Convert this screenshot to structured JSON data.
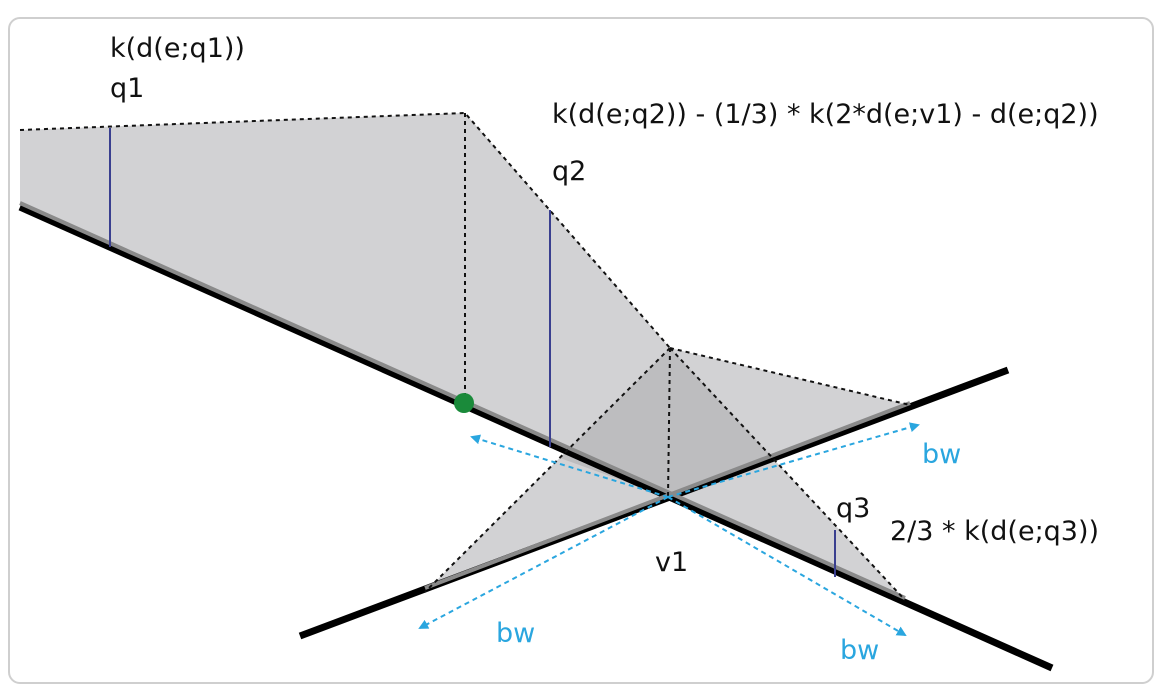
{
  "labels": {
    "kernel_q1": "k(d(e;q1))",
    "q1": "q1",
    "kernel_q2": "k(d(e;q2)) - (1/3) * k(2*d(e;v1) - d(e;q2))",
    "q2": "q2",
    "q3": "q3",
    "kernel_q3": "2/3 * k(d(e;q3))",
    "v1": "v1",
    "bw_right": "bw",
    "bw_bottom_left": "bw",
    "bw_bottom_right": "bw"
  },
  "colors": {
    "road": "#000000",
    "road_highlight": "#8a8a8a",
    "fill": "#d2d2d4",
    "fill_dark": "#bdbdbf",
    "dashed": "#111111",
    "query_line": "#3a3f8f",
    "bandwidth": "#2aa6df",
    "point": "#1a8a3a"
  }
}
